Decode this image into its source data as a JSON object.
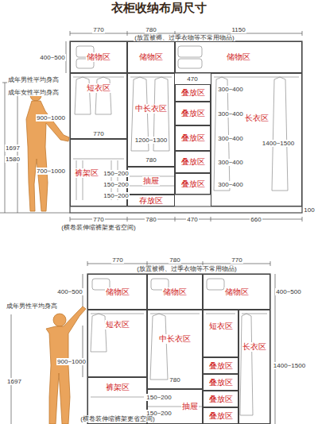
{
  "diagram": {
    "title": "衣柜收纳布局尺寸",
    "nodes": [
      {
        "text": [
          "储物区"
        ]
      },
      {
        "text": [
          "储物区"
        ]
      },
      {
        "text": [
          "储物区"
        ]
      },
      {
        "text": [
          "短衣区"
        ]
      },
      {
        "text": [
          "裤架区"
        ]
      },
      {
        "text": [
          "中长衣区"
        ]
      },
      {
        "text": [
          "抽屉"
        ]
      },
      {
        "text": [
          "存放区"
        ]
      },
      {
        "text": [
          "叠放区"
        ]
      },
      {
        "text": [
          "叠放区"
        ]
      },
      {
        "text": [
          "叠放区"
        ]
      },
      {
        "text": [
          "叠放区"
        ]
      },
      {
        "text": [
          "叠放区"
        ]
      },
      {
        "text": [
          "长衣区"
        ]
      },
      {
        "text": [
          "储物区"
        ]
      },
      {
        "text": [
          "储物区"
        ]
      },
      {
        "text": [
          "储物区"
        ]
      },
      {
        "text": [
          "短衣区"
        ]
      },
      {
        "text": [
          "裤架区"
        ]
      },
      {
        "text": [
          "中长衣区"
        ]
      },
      {
        "text": [
          "抽屉"
        ]
      },
      {
        "text": [
          "短衣区"
        ]
      },
      {
        "text": [
          "叠放区"
        ]
      },
      {
        "text": [
          "叠放区"
        ]
      },
      {
        "text": [
          "叠放区"
        ]
      },
      {
        "text": [
          "叠放区"
        ]
      },
      {
        "text": [
          "长衣区"
        ]
      }
    ],
    "labels": [
      "770",
      "780",
      "1150",
      "(放置被褥、过季衣物等不常用物品)",
      "400~500",
      "成年男性平均身高",
      "成年女性平均身高",
      "470",
      "300~400",
      "300~400",
      "300~400",
      "300~400",
      "300~400",
      "1400~1500",
      "1200~1300",
      "900~1000",
      "770",
      "1697",
      "1580",
      "700~1000",
      "150~200",
      "150~200",
      "150~200",
      "780",
      "100",
      "770",
      "780",
      "470",
      "660",
      "(横卷装伸缩裤架更省空间)",
      "770",
      "780",
      "770",
      "(放置被褥、过季衣物等不常用物品)",
      "400~500",
      "400~500",
      "成年男性平均身高",
      "900~1000",
      "1697",
      "1400~1500",
      "780",
      "150~200",
      "150~200",
      "(横卷装伸缩裤架更省空间)"
    ]
  }
}
